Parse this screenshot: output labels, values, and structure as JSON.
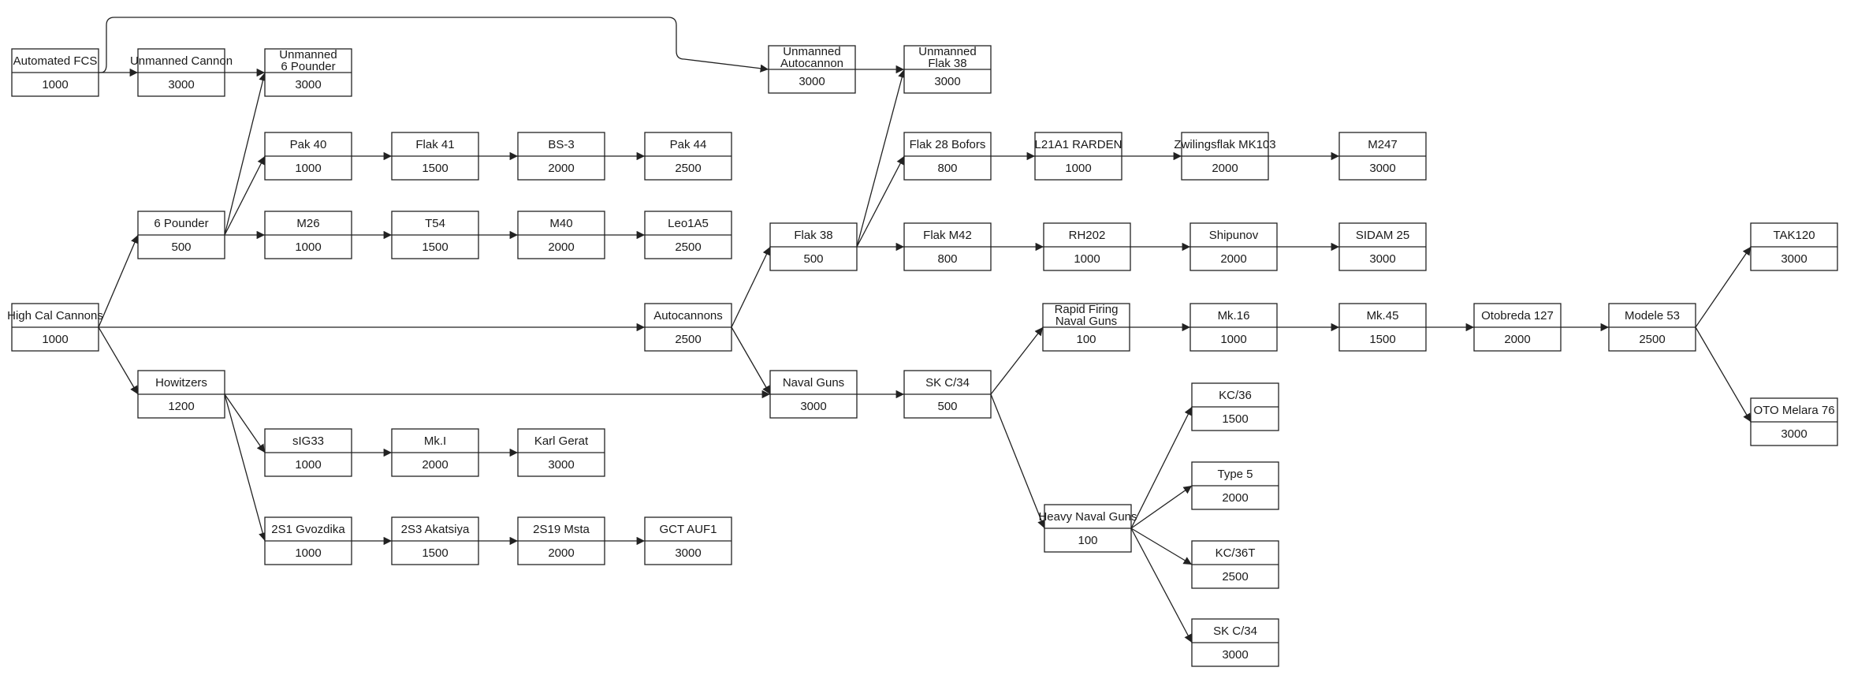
{
  "nodes": {
    "automated_fcs": {
      "name": "Automated FCS",
      "cost": "1000"
    },
    "unmanned_cannon": {
      "name": "Unmanned Cannon",
      "cost": "3000"
    },
    "unmanned_6_pounder": {
      "name": [
        "Unmanned",
        "6 Pounder"
      ],
      "cost": "3000"
    },
    "unmanned_autocannon": {
      "name": [
        "Unmanned",
        "Autocannon"
      ],
      "cost": "3000"
    },
    "unmanned_flak_38": {
      "name": [
        "Unmanned",
        "Flak 38"
      ],
      "cost": "3000"
    },
    "pak_40": {
      "name": "Pak 40",
      "cost": "1000"
    },
    "flak_41": {
      "name": "Flak 41",
      "cost": "1500"
    },
    "bs_3": {
      "name": "BS-3",
      "cost": "2000"
    },
    "pak_44": {
      "name": "Pak 44",
      "cost": "2500"
    },
    "six_pounder": {
      "name": "6 Pounder",
      "cost": "500"
    },
    "m26": {
      "name": "M26",
      "cost": "1000"
    },
    "t54": {
      "name": "T54",
      "cost": "1500"
    },
    "m40": {
      "name": "M40",
      "cost": "2000"
    },
    "leo1a5": {
      "name": "Leo1A5",
      "cost": "2500"
    },
    "high_cal_cannons": {
      "name": "High Cal Cannons",
      "cost": "1000"
    },
    "autocannons": {
      "name": "Autocannons",
      "cost": "2500"
    },
    "flak_38": {
      "name": "Flak 38",
      "cost": "500"
    },
    "flak_28_bofors": {
      "name": "Flak 28 Bofors",
      "cost": "800"
    },
    "l21a1_rarden": {
      "name": "L21A1 RARDEN",
      "cost": "1000"
    },
    "zwilingsflak_mk103": {
      "name": "Zwilingsflak MK103",
      "cost": "2000"
    },
    "m247": {
      "name": "M247",
      "cost": "3000"
    },
    "flak_m42": {
      "name": "Flak M42",
      "cost": "800"
    },
    "rh202": {
      "name": "RH202",
      "cost": "1000"
    },
    "shipunov": {
      "name": "Shipunov",
      "cost": "2000"
    },
    "sidam_25": {
      "name": "SIDAM 25",
      "cost": "3000"
    },
    "howitzers": {
      "name": "Howitzers",
      "cost": "1200"
    },
    "naval_guns": {
      "name": "Naval Guns",
      "cost": "3000"
    },
    "sk_c34_a": {
      "name": "SK C/34",
      "cost": "500"
    },
    "rapid_firing_naval_guns": {
      "name": [
        "Rapid Firing",
        "Naval Guns"
      ],
      "cost": "100"
    },
    "mk16": {
      "name": "Mk.16",
      "cost": "1000"
    },
    "mk45": {
      "name": "Mk.45",
      "cost": "1500"
    },
    "otobreda_127": {
      "name": "Otobreda 127",
      "cost": "2000"
    },
    "modele_53": {
      "name": "Modele 53",
      "cost": "2500"
    },
    "tak120": {
      "name": "TAK120",
      "cost": "3000"
    },
    "oto_melara_76": {
      "name": "OTO Melara 76",
      "cost": "3000"
    },
    "sig33": {
      "name": "sIG33",
      "cost": "1000"
    },
    "mk_i": {
      "name": "Mk.I",
      "cost": "2000"
    },
    "karl_gerat": {
      "name": "Karl Gerat",
      "cost": "3000"
    },
    "gvozdika_2s1": {
      "name": "2S1 Gvozdika",
      "cost": "1000"
    },
    "akatsiya_2s3": {
      "name": "2S3 Akatsiya",
      "cost": "1500"
    },
    "msta_2s19": {
      "name": "2S19 Msta",
      "cost": "2000"
    },
    "gct_auf1": {
      "name": "GCT AUF1",
      "cost": "3000"
    },
    "heavy_naval_guns": {
      "name": "Heavy Naval Guns",
      "cost": "100"
    },
    "kc36": {
      "name": "KC/36",
      "cost": "1500"
    },
    "type_5": {
      "name": "Type 5",
      "cost": "2000"
    },
    "kc36t": {
      "name": "KC/36T",
      "cost": "2500"
    },
    "sk_c34_b": {
      "name": "SK C/34",
      "cost": "3000"
    }
  },
  "edges": [
    [
      "automated_fcs",
      "unmanned_cannon"
    ],
    [
      "automated_fcs",
      "unmanned_autocannon"
    ],
    [
      "unmanned_cannon",
      "unmanned_6_pounder"
    ],
    [
      "unmanned_autocannon",
      "unmanned_flak_38"
    ],
    [
      "high_cal_cannons",
      "six_pounder"
    ],
    [
      "high_cal_cannons",
      "autocannons"
    ],
    [
      "high_cal_cannons",
      "howitzers"
    ],
    [
      "six_pounder",
      "unmanned_6_pounder"
    ],
    [
      "six_pounder",
      "pak_40"
    ],
    [
      "six_pounder",
      "m26"
    ],
    [
      "pak_40",
      "flak_41"
    ],
    [
      "flak_41",
      "bs_3"
    ],
    [
      "bs_3",
      "pak_44"
    ],
    [
      "m26",
      "t54"
    ],
    [
      "t54",
      "m40"
    ],
    [
      "m40",
      "leo1a5"
    ],
    [
      "autocannons",
      "flak_38"
    ],
    [
      "autocannons",
      "naval_guns"
    ],
    [
      "flak_38",
      "unmanned_flak_38"
    ],
    [
      "flak_38",
      "flak_28_bofors"
    ],
    [
      "flak_38",
      "flak_m42"
    ],
    [
      "flak_28_bofors",
      "l21a1_rarden"
    ],
    [
      "l21a1_rarden",
      "zwilingsflak_mk103"
    ],
    [
      "zwilingsflak_mk103",
      "m247"
    ],
    [
      "flak_m42",
      "rh202"
    ],
    [
      "rh202",
      "shipunov"
    ],
    [
      "shipunov",
      "sidam_25"
    ],
    [
      "howitzers",
      "naval_guns"
    ],
    [
      "howitzers",
      "sig33"
    ],
    [
      "howitzers",
      "gvozdika_2s1"
    ],
    [
      "sig33",
      "mk_i"
    ],
    [
      "mk_i",
      "karl_gerat"
    ],
    [
      "gvozdika_2s1",
      "akatsiya_2s3"
    ],
    [
      "akatsiya_2s3",
      "msta_2s19"
    ],
    [
      "msta_2s19",
      "gct_auf1"
    ],
    [
      "naval_guns",
      "sk_c34_a"
    ],
    [
      "sk_c34_a",
      "rapid_firing_naval_guns"
    ],
    [
      "sk_c34_a",
      "heavy_naval_guns"
    ],
    [
      "rapid_firing_naval_guns",
      "mk16"
    ],
    [
      "mk16",
      "mk45"
    ],
    [
      "mk45",
      "otobreda_127"
    ],
    [
      "otobreda_127",
      "modele_53"
    ],
    [
      "modele_53",
      "tak120"
    ],
    [
      "modele_53",
      "oto_melara_76"
    ],
    [
      "heavy_naval_guns",
      "kc36"
    ],
    [
      "heavy_naval_guns",
      "type_5"
    ],
    [
      "heavy_naval_guns",
      "kc36t"
    ],
    [
      "heavy_naval_guns",
      "sk_c34_b"
    ]
  ]
}
